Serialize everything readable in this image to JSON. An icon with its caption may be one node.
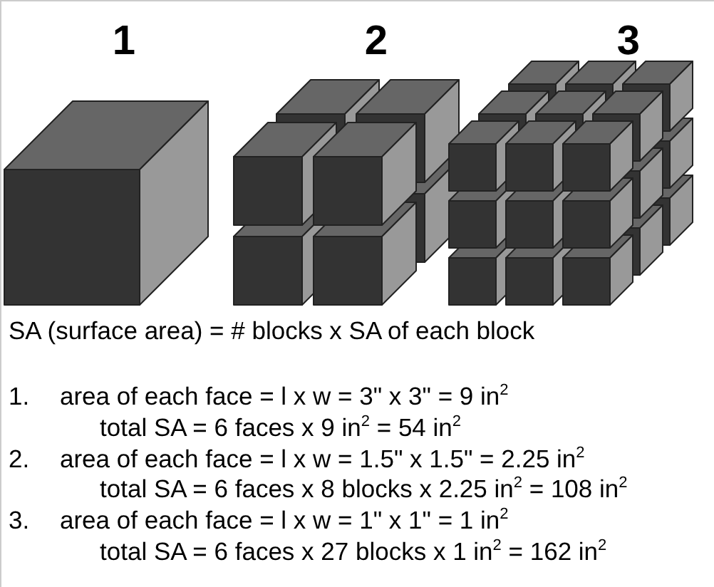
{
  "diagram": {
    "labels": [
      "1",
      "2",
      "3",
      "SA (surface area) = # blocks x SA of each block",
      "1.",
      "area of each face = l x w = 3\" x 3\" = 9 in$^{2}$",
      "total SA = 6 faces x 9 in$^{2}$ = 54 in$^{2}$",
      "2.",
      "area of each face = l x w = 1.5\" x 1.5\" = 2.25 in$^{2}$",
      "total SA = 6 faces x 8 blocks x 2.25 in$^{2}$ = 108 in$^{2}$",
      "3.",
      "area of each face = l x w = 1\" x 1\" = 1 in$^{2}$",
      "total SA = 6 faces x 27 blocks x 1 in$^{2}$ = 162 in$^{2}$"
    ]
  }
}
